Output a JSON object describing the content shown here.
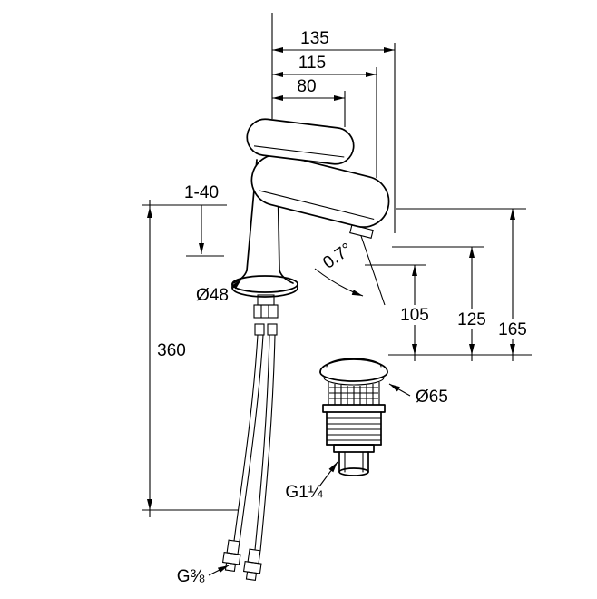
{
  "colors": {
    "ink": "#000000",
    "paper": "#ffffff"
  },
  "dimensions": {
    "top": {
      "w135": "135",
      "w115": "115",
      "w80": "80"
    },
    "left": {
      "mounting_range": "1-40",
      "base_diameter": "Ø48",
      "hose_length": "360",
      "supply_thread": "G⅜"
    },
    "right": {
      "spout_angle": "0.7°",
      "h105": "105",
      "h125": "125",
      "h165": "165"
    },
    "waste": {
      "diameter": "Ø65",
      "thread": "G1¼"
    }
  }
}
